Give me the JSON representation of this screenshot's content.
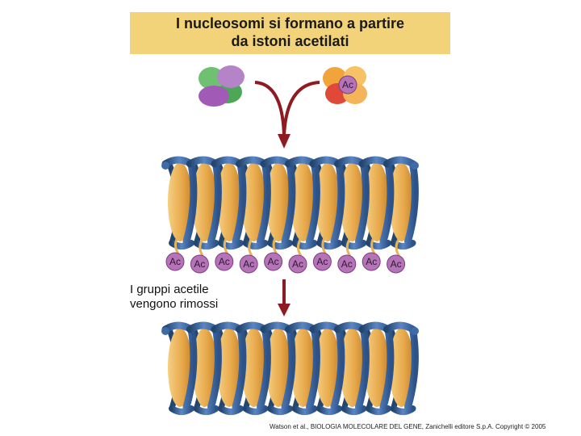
{
  "title": {
    "line1": "I nucleosomi si formano a partire",
    "line2": "da istoni acetilati"
  },
  "side_label": {
    "line1": "I gruppi acetile",
    "line2": "vengono rimossi"
  },
  "acetyl_label": "Ac",
  "acetyl_count": 10,
  "nucleosome_count": 10,
  "credit": "Watson et al., BIOLOGIA MOLECOLARE DEL GENE,  Zanichelli editore S.p.A. Copyright © 2005",
  "colors": {
    "title_bg": "#f2d37a",
    "histone_core": "#e7a84a",
    "dna": "#3f6aa8",
    "dna_dark": "#23466f",
    "acetyl": "#b673b8",
    "arrow": "#8e1b22"
  }
}
